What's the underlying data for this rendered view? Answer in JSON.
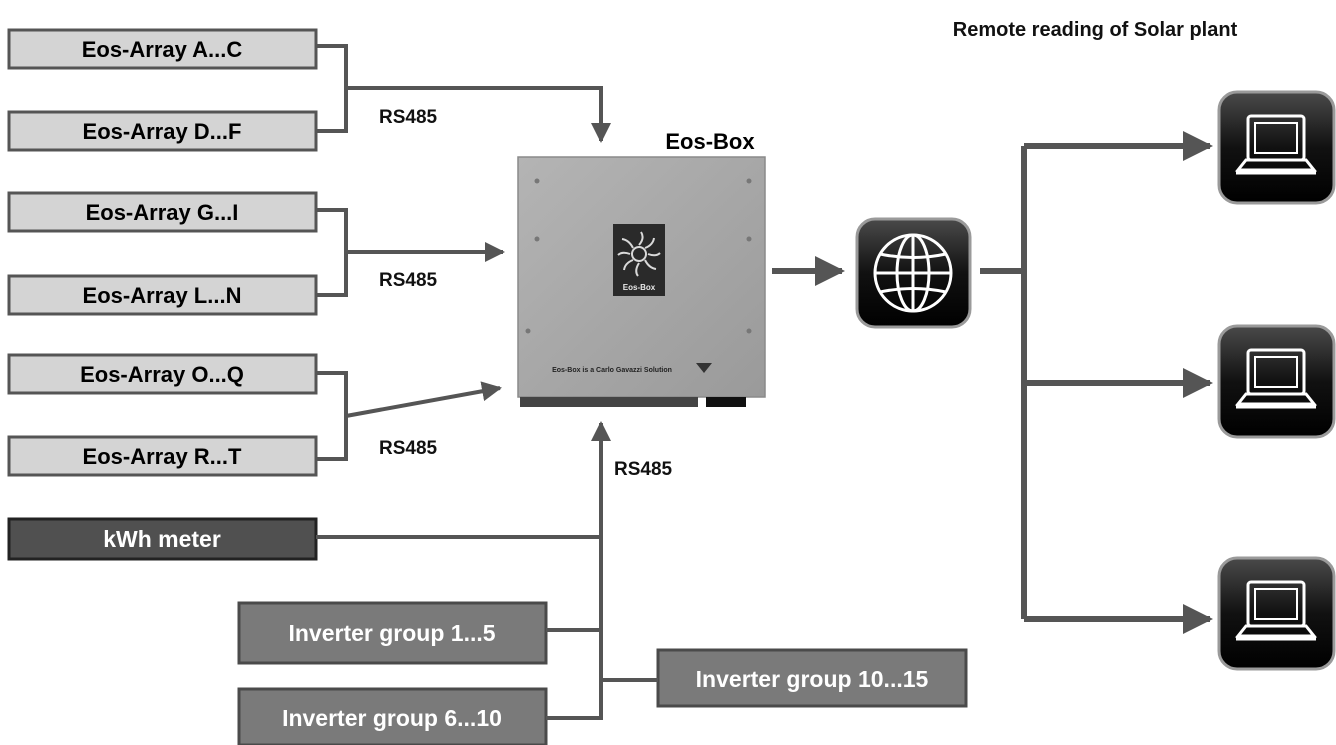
{
  "header": {
    "title": "Remote reading of Solar plant"
  },
  "eos_arrays": [
    {
      "label": "Eos-Array A...C"
    },
    {
      "label": "Eos-Array D...F"
    },
    {
      "label": "Eos-Array G...I"
    },
    {
      "label": "Eos-Array L...N"
    },
    {
      "label": "Eos-Array O...Q"
    },
    {
      "label": "Eos-Array R...T"
    }
  ],
  "bus_labels": [
    "RS485",
    "RS485",
    "RS485",
    "RS485"
  ],
  "meter": {
    "label": "kWh meter"
  },
  "inverters": [
    {
      "label": "Inverter group 1...5"
    },
    {
      "label": "Inverter group 6...10"
    },
    {
      "label": "Inverter group 10...15"
    }
  ],
  "eos_box": {
    "title": "Eos-Box",
    "logo_text": "Eos-Box",
    "footer_text": "Eos-Box is a Carlo Gavazzi Solution"
  },
  "icons": {
    "internet": "globe-icon",
    "client": "laptop-icon"
  },
  "colors": {
    "array_fill": "#d4d4d4",
    "meter_fill": "#505050",
    "inverter_fill": "#7a7a7a",
    "wire": "#555555",
    "box_body": "#a8a8a8"
  }
}
